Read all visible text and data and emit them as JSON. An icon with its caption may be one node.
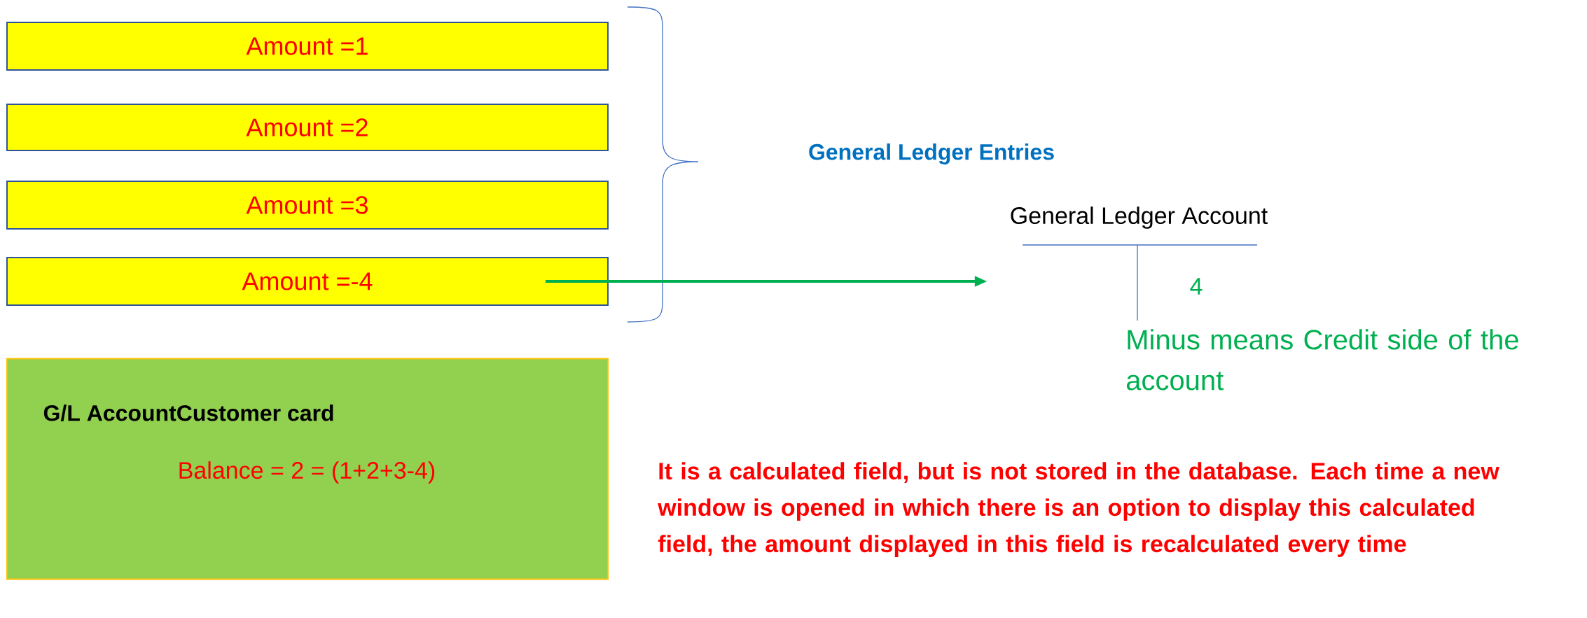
{
  "diagram": {
    "nodes": [
      {
        "text": [
          "Amount =1"
        ]
      },
      {
        "text": [
          "Amount =2"
        ]
      },
      {
        "text": [
          "Amount =3"
        ]
      },
      {
        "text": [
          "Amount =-4"
        ]
      },
      {
        "text": [
          "G/L AccountCustomer card",
          "Balance = 2 = (1+2+3-4)"
        ]
      },
      {
        "text": [
          "General Ledger Account",
          "4"
        ]
      }
    ],
    "edges": [
      {
        "from": 3,
        "to": 5,
        "arrow": "to"
      }
    ],
    "labels": [
      "General Ledger Entries",
      "Minus means Credit side of the account",
      "It is a calculated field, but is not stored in the database. Each time a new window is opened in which there is an option to display this calculated field, the amount displayed in this field is recalculated every time"
    ]
  }
}
